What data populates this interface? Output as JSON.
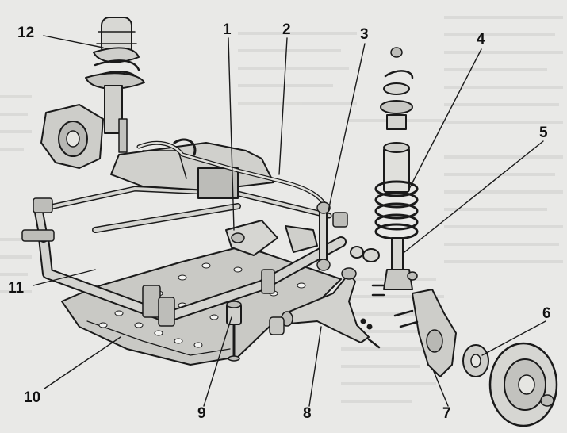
{
  "diagram": {
    "callouts": [
      {
        "id": "c1",
        "label": "1"
      },
      {
        "id": "c2",
        "label": "2"
      },
      {
        "id": "c3",
        "label": "3"
      },
      {
        "id": "c4",
        "label": "4"
      },
      {
        "id": "c5",
        "label": "5"
      },
      {
        "id": "c6",
        "label": "6"
      },
      {
        "id": "c7",
        "label": "7"
      },
      {
        "id": "c8",
        "label": "8"
      },
      {
        "id": "c9",
        "label": "9"
      },
      {
        "id": "c10",
        "label": "10"
      },
      {
        "id": "c11",
        "label": "11"
      },
      {
        "id": "c12",
        "label": "12"
      }
    ]
  },
  "colors": {
    "background": "#e9e9e7",
    "ink": "#1a1a1a",
    "part_fill": "#d2d2cf",
    "part_shade": "#a9a9a5",
    "bleed_text": "#c4c4c1"
  }
}
